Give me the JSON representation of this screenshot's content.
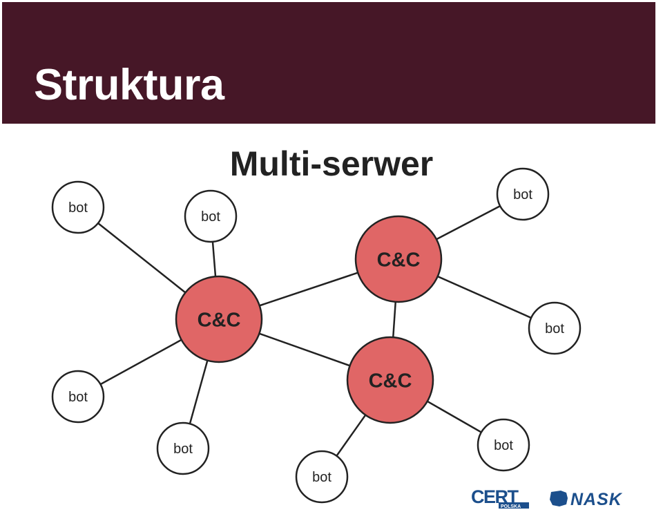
{
  "slide": {
    "title": "Struktura",
    "subtitle": "Multi-serwer"
  },
  "colors": {
    "header_band": "#461727",
    "header_text": "#ffffff",
    "server_fill": "#e06666",
    "bot_fill": "#ffffff",
    "stroke": "#222222",
    "logo_blue": "#1c4f8c"
  },
  "diagram": {
    "servers": [
      {
        "id": "cc1",
        "label": "C&C"
      },
      {
        "id": "cc2",
        "label": "C&C"
      },
      {
        "id": "cc3",
        "label": "C&C"
      }
    ],
    "bots": [
      {
        "id": "b1",
        "label": "bot",
        "server": "cc1"
      },
      {
        "id": "b2",
        "label": "bot",
        "server": "cc1"
      },
      {
        "id": "b3",
        "label": "bot",
        "server": "cc1"
      },
      {
        "id": "b4",
        "label": "bot",
        "server": "cc1"
      },
      {
        "id": "b5",
        "label": "bot",
        "server": "cc2"
      },
      {
        "id": "b6",
        "label": "bot",
        "server": "cc2"
      },
      {
        "id": "b7",
        "label": "bot",
        "server": "cc3"
      },
      {
        "id": "b8",
        "label": "bot",
        "server": "cc3"
      }
    ],
    "server_links": [
      [
        "cc1",
        "cc2"
      ],
      [
        "cc1",
        "cc3"
      ],
      [
        "cc2",
        "cc3"
      ]
    ]
  },
  "logos": {
    "cert_main": "CERT",
    "cert_sub": "POLSKA",
    "nask": "NASK",
    "cert_icon": "cert-polska-logo",
    "nask_icon": "nask-logo"
  }
}
